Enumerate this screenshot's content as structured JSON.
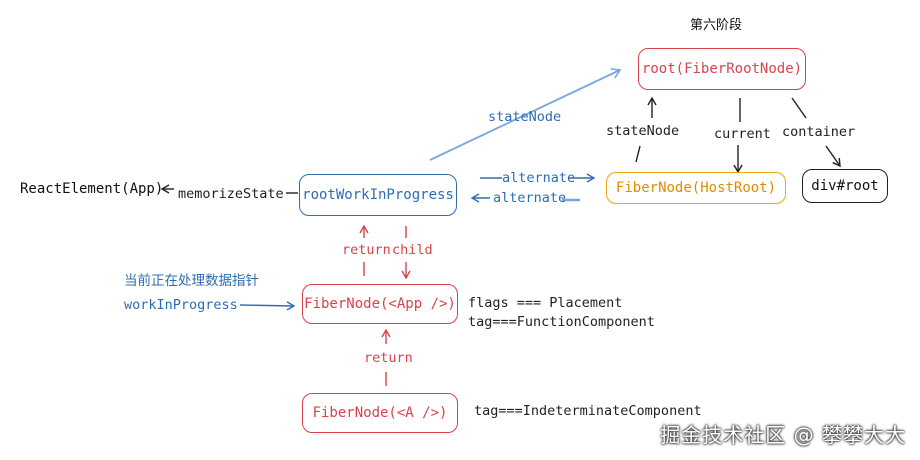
{
  "stage_title": "第六阶段",
  "nodes": {
    "root_fiber_root": "root(FiberRootNode)",
    "fiber_host_root": "FiberNode(HostRoot)",
    "div_root": "div#root",
    "root_wip": "rootWorkInProgress",
    "react_element": "ReactElement(App)",
    "fiber_app": "FiberNode(<App />)",
    "fiber_a": "FiberNode(<A />)"
  },
  "edge_labels": {
    "state_node_blue": "stateNode",
    "state_node": "stateNode",
    "current": "current",
    "container": "container",
    "alternate_top": "alternate",
    "alternate_bottom": "alternate",
    "memorize_state": "memorizeState",
    "return_top": "return",
    "child": "child",
    "return_bottom": "return"
  },
  "annotations": {
    "wip_pointer_desc": "当前正在处理数据指针",
    "wip_pointer": "workInProgress",
    "app_flags": "flags === Placement",
    "app_tag": "tag===FunctionComponent",
    "a_tag": "tag===IndeterminateComponent"
  },
  "watermark": "掘金技术社区 @ 攀攀大大",
  "colors": {
    "red": "#d9434a",
    "blue": "#2f6db3",
    "orange": "#f2a516",
    "dark": "#222222"
  }
}
